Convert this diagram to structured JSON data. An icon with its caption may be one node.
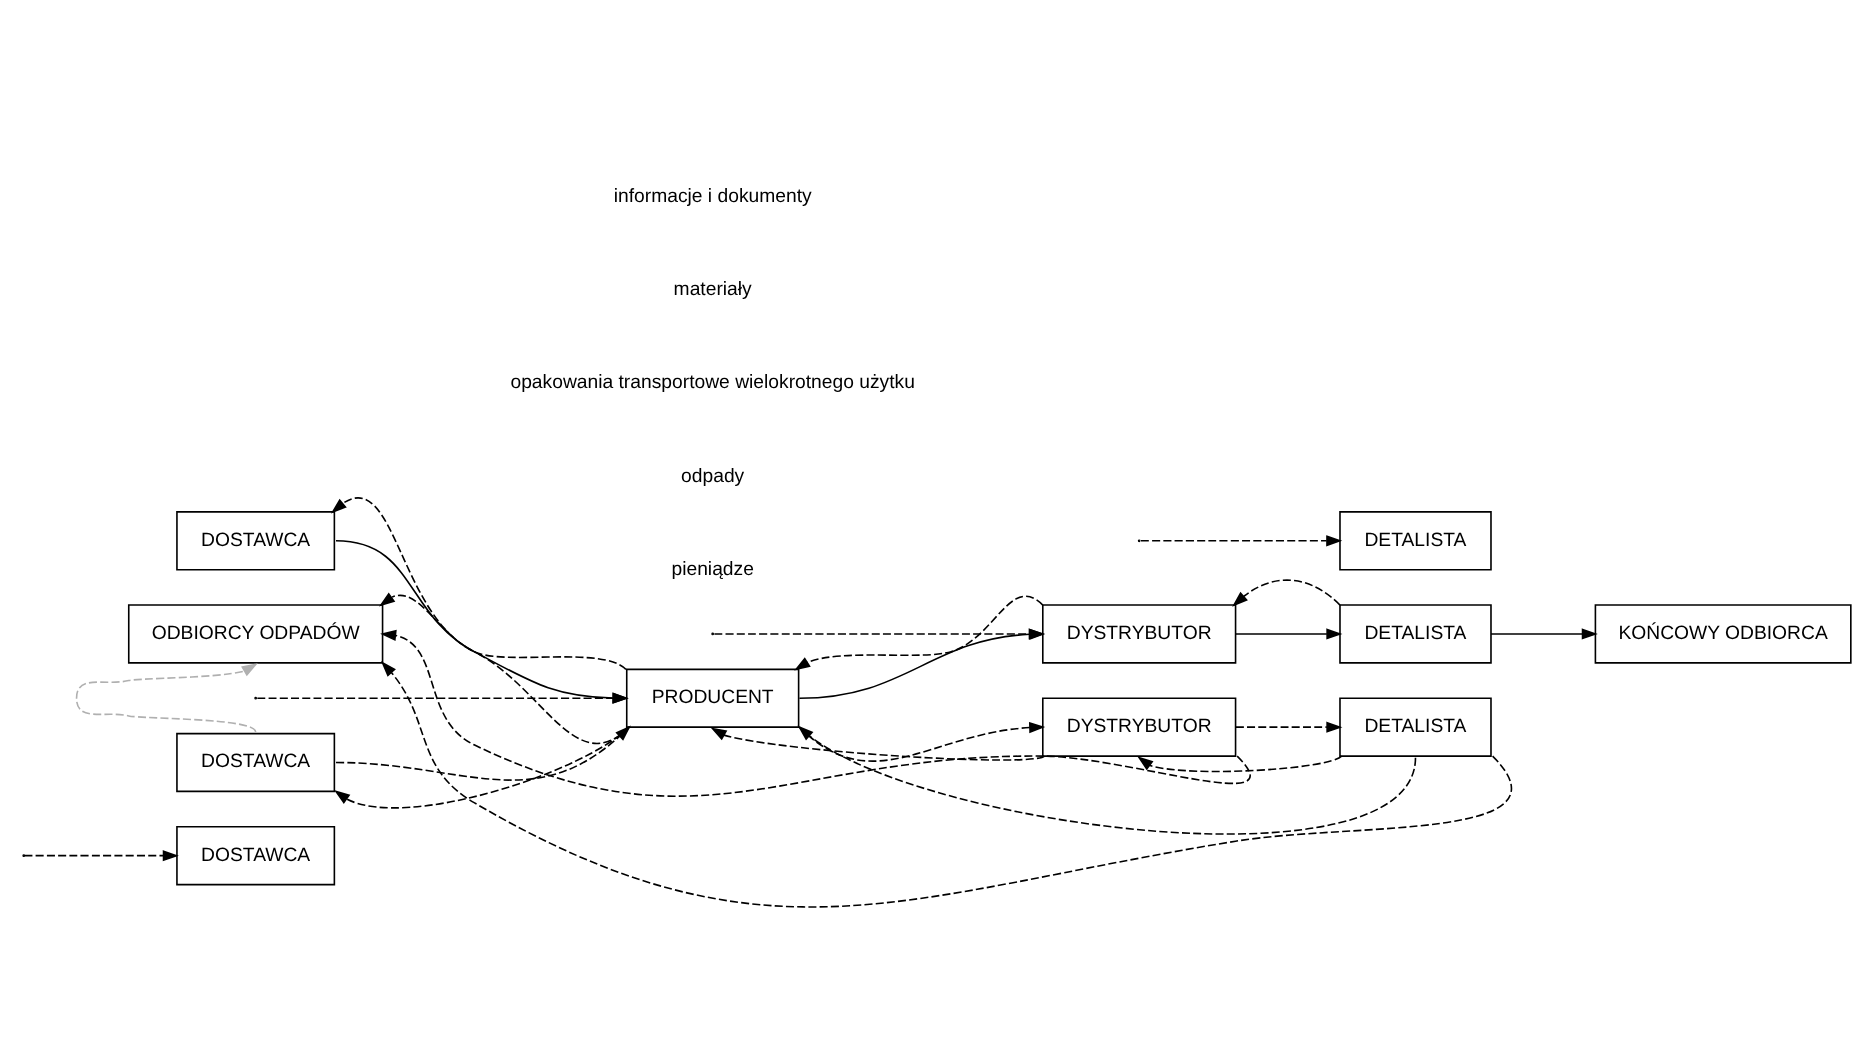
{
  "diagram": {
    "nodes": [
      {
        "text": [
          "DOSTAWCA"
        ]
      },
      {
        "text": [
          "DOSTAWCA"
        ]
      },
      {
        "text": [
          "DOSTAWCA"
        ]
      },
      {
        "text": [
          "PRODUCENT"
        ]
      },
      {
        "text": [
          "DYSTRYBUTOR"
        ]
      },
      {
        "text": [
          "DYSTRYBUTOR"
        ]
      },
      {
        "text": [
          "DETALISTA"
        ]
      },
      {
        "text": [
          "DETALISTA"
        ]
      },
      {
        "text": [
          "DETALISTA"
        ]
      },
      {
        "text": [
          "KOŃCOWY ODBIORCA"
        ]
      },
      {
        "text": [
          "ODBIORCY ODPADÓW"
        ]
      }
    ],
    "edges": [
      {
        "from": null,
        "to": 0,
        "arrow": "to",
        "style": "dashed"
      },
      {
        "from": null,
        "to": 3,
        "arrow": "to",
        "style": "dashed"
      },
      {
        "from": null,
        "to": 4,
        "arrow": "to",
        "style": "dashed"
      },
      {
        "from": null,
        "to": 6,
        "arrow": "to",
        "style": "dashed"
      },
      {
        "from": 1,
        "to": 3,
        "arrow": "to"
      },
      {
        "from": 3,
        "to": 4,
        "arrow": "to"
      },
      {
        "from": 4,
        "to": 7,
        "arrow": "to"
      },
      {
        "from": 7,
        "to": 9,
        "arrow": "to"
      },
      {
        "from": 3,
        "to": 1,
        "arrow": "to",
        "style": "dashed"
      },
      {
        "from": 4,
        "to": 3,
        "arrow": "to",
        "style": "dashed"
      },
      {
        "from": 7,
        "to": 4,
        "arrow": "to",
        "style": "dashed"
      },
      {
        "from": 2,
        "to": 3,
        "arrow": "to",
        "style": "dashed"
      },
      {
        "from": 3,
        "to": 5,
        "arrow": "to",
        "style": "dashed"
      },
      {
        "from": 5,
        "to": 8,
        "arrow": "to",
        "style": "dashed"
      },
      {
        "from": 3,
        "to": 2,
        "arrow": "to",
        "style": "dashed"
      },
      {
        "from": 5,
        "to": 3,
        "arrow": "to",
        "style": "dashed"
      },
      {
        "from": 8,
        "to": 5,
        "arrow": "to",
        "style": "dashed"
      },
      {
        "from": 8,
        "to": 3,
        "arrow": "to",
        "style": "dashed"
      },
      {
        "from": 2,
        "to": 10,
        "arrow": "to",
        "style": "dashed",
        "color": "#b0b0b0"
      },
      {
        "from": 3,
        "to": 10,
        "arrow": "to",
        "style": "dashed"
      },
      {
        "from": 5,
        "to": 10,
        "arrow": "to",
        "style": "dashed"
      },
      {
        "from": 8,
        "to": 10,
        "arrow": "to",
        "style": "dashed"
      }
    ],
    "legend": [
      {
        "text": "informacje i dokumenty"
      },
      {
        "text": "materiały"
      },
      {
        "text": "opakowania transportowe wielokrotnego użytku"
      },
      {
        "text": "odpady"
      },
      {
        "text": "pieniądze"
      }
    ]
  }
}
